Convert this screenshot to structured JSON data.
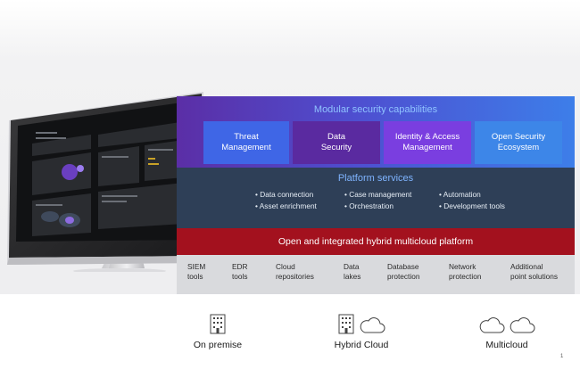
{
  "modular": {
    "title": "Modular security capabilities",
    "capabilities": [
      {
        "label": "Threat\nManagement"
      },
      {
        "label": "Data\nSecurity"
      },
      {
        "label": "Identity & Access\nManagement"
      },
      {
        "label": "Open Security\nEcosystem"
      }
    ]
  },
  "platform": {
    "title": "Platform services",
    "columns": [
      [
        "Data connection",
        "Asset enrichment"
      ],
      [
        "Case management",
        "Orchestration"
      ],
      [
        "Automation",
        "Development tools"
      ]
    ]
  },
  "hybrid_platform": "Open and integrated hybrid multicloud platform",
  "tools": [
    "SIEM\ntools",
    "EDR\ntools",
    "Cloud\nrepositories",
    "Data\nlakes",
    "Database\nprotection",
    "Network\nprotection",
    "Additional\npoint solutions"
  ],
  "deployment": [
    {
      "label": "On premise",
      "icons": [
        "building-icon"
      ]
    },
    {
      "label": "Hybrid Cloud",
      "icons": [
        "building-icon",
        "cloud-icon"
      ]
    },
    {
      "label": "Multicloud",
      "icons": [
        "cloud-icon",
        "cloud-icon"
      ]
    }
  ],
  "page_number": "1",
  "colors": {
    "modular_left": "#5b2ea6",
    "modular_right": "#3d7ee9",
    "threat": "#3f66e6",
    "data_security": "#5a2aa0",
    "identity": "#7a3ee0",
    "ecosystem": "#3d86e8",
    "platform": "#2e3f57",
    "hybrid": "#a3111e",
    "tools": "#d9dadd"
  }
}
